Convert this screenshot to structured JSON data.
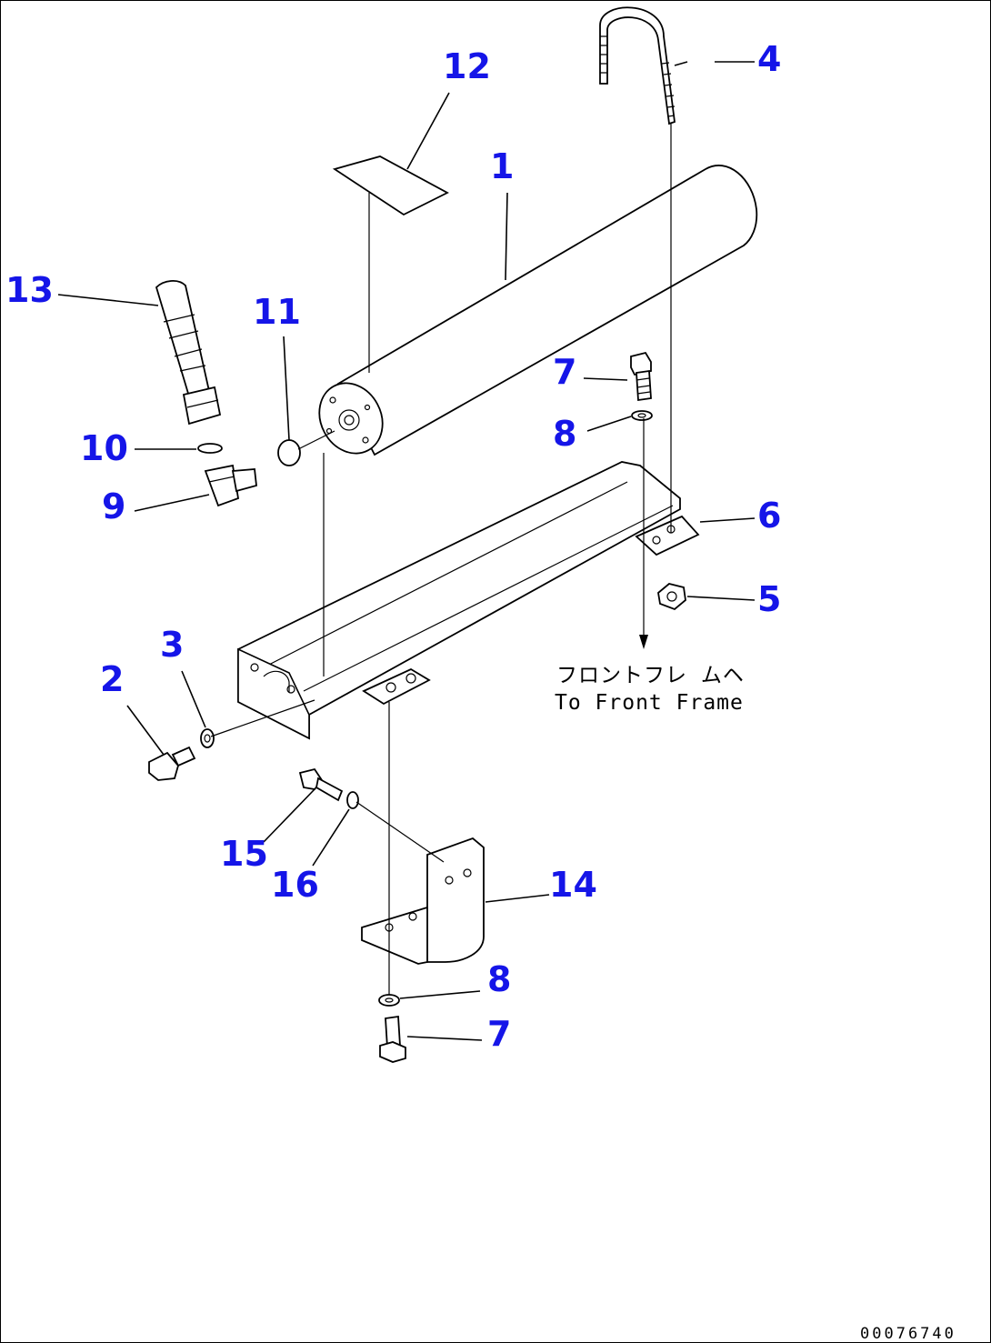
{
  "diagram": {
    "callouts": [
      {
        "id": "c1",
        "label": "1"
      },
      {
        "id": "c2",
        "label": "2"
      },
      {
        "id": "c3",
        "label": "3"
      },
      {
        "id": "c4",
        "label": "4"
      },
      {
        "id": "c5",
        "label": "5"
      },
      {
        "id": "c6",
        "label": "6"
      },
      {
        "id": "c7a",
        "label": "7"
      },
      {
        "id": "c7b",
        "label": "7"
      },
      {
        "id": "c8a",
        "label": "8"
      },
      {
        "id": "c8b",
        "label": "8"
      },
      {
        "id": "c9",
        "label": "9"
      },
      {
        "id": "c10",
        "label": "10"
      },
      {
        "id": "c11",
        "label": "11"
      },
      {
        "id": "c12",
        "label": "12"
      },
      {
        "id": "c13",
        "label": "13"
      },
      {
        "id": "c14",
        "label": "14"
      },
      {
        "id": "c15",
        "label": "15"
      },
      {
        "id": "c16",
        "label": "16"
      }
    ],
    "note_japanese": "フロントフレ ムヘ",
    "note_english": "To Front Frame",
    "drawing_code": "00076740",
    "colors": {
      "callout": "#1515e8",
      "line": "#000000",
      "background": "#ffffff"
    }
  }
}
